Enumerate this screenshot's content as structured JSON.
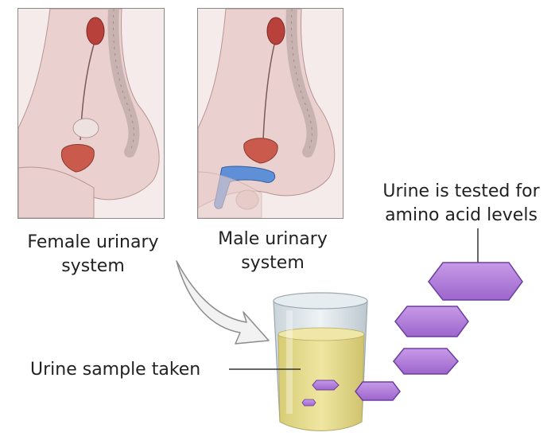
{
  "female_caption": {
    "line1": "Female urinary",
    "line2": "system"
  },
  "male_caption": {
    "line1": "Male urinary",
    "line2": "system"
  },
  "tested_label": {
    "line1": "Urine is tested for",
    "line2": "amino acid levels"
  },
  "sample_label": "Urine sample taken",
  "colors": {
    "hexagon_fill": "#b27fd9",
    "hexagon_stroke": "#6b3fa0",
    "urine": "#e6dc8a",
    "cup_glass": "#dde6ea",
    "arrow_fill": "#f2f2f2",
    "arrow_stroke": "#8c8c8c",
    "kidney": "#b9413b",
    "bladder": "#c95a4c",
    "penis_highlight": "#5f8fd6"
  }
}
